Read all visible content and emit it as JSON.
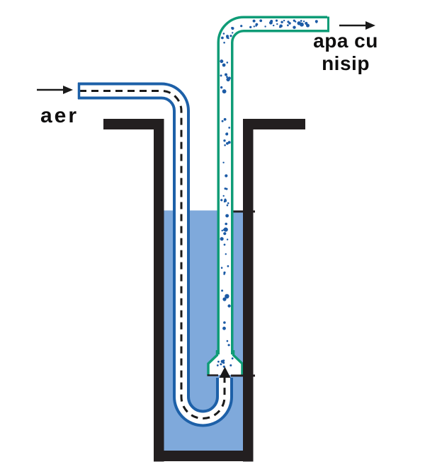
{
  "labels": {
    "air_inlet": "aer",
    "outlet_line1": "apa cu",
    "outlet_line2": "nisip"
  },
  "colors": {
    "background": "#ffffff",
    "wall": "#231f20",
    "water": "#7fa9db",
    "air_pipe": "#1d60a8",
    "discharge_pipe": "#0f9c77",
    "particles": "#1c5ba6",
    "flow_line": "#1a1a1a"
  },
  "particles": {
    "seed": 11,
    "vertical_count": 56,
    "corner_count": 9,
    "horizontal_count": 32,
    "bell_count": 9,
    "min_radius": 1.2,
    "max_radius": 3.4
  }
}
